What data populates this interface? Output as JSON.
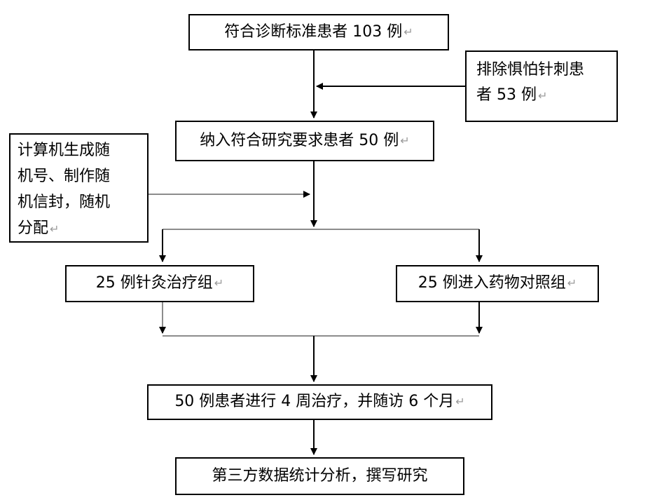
{
  "diagram": {
    "colors": {
      "line": "#000000",
      "line_gray": "#8c8c8c",
      "return_mark": "#9a9a9a"
    },
    "nodes": {
      "screened": {
        "text": "符合诊断标准患者 103 例"
      },
      "excluded": {
        "lines": [
          "排除惧怕针刺患",
          "者 53 例"
        ]
      },
      "enrolled": {
        "text": "纳入符合研究要求患者 50 例"
      },
      "randomization": {
        "lines": [
          "计算机生成随",
          "机号、制作随",
          "机信封，随机",
          "分配"
        ]
      },
      "acupuncture_group": {
        "text": "25 例针灸治疗组"
      },
      "drug_group": {
        "text": "25 例进入药物对照组"
      },
      "treatment": {
        "text": "50 例患者进行 4 周治疗，并随访 6 个月"
      },
      "analysis": {
        "text": "第三方数据统计分析，撰写研究"
      }
    },
    "return_mark": "↵"
  }
}
